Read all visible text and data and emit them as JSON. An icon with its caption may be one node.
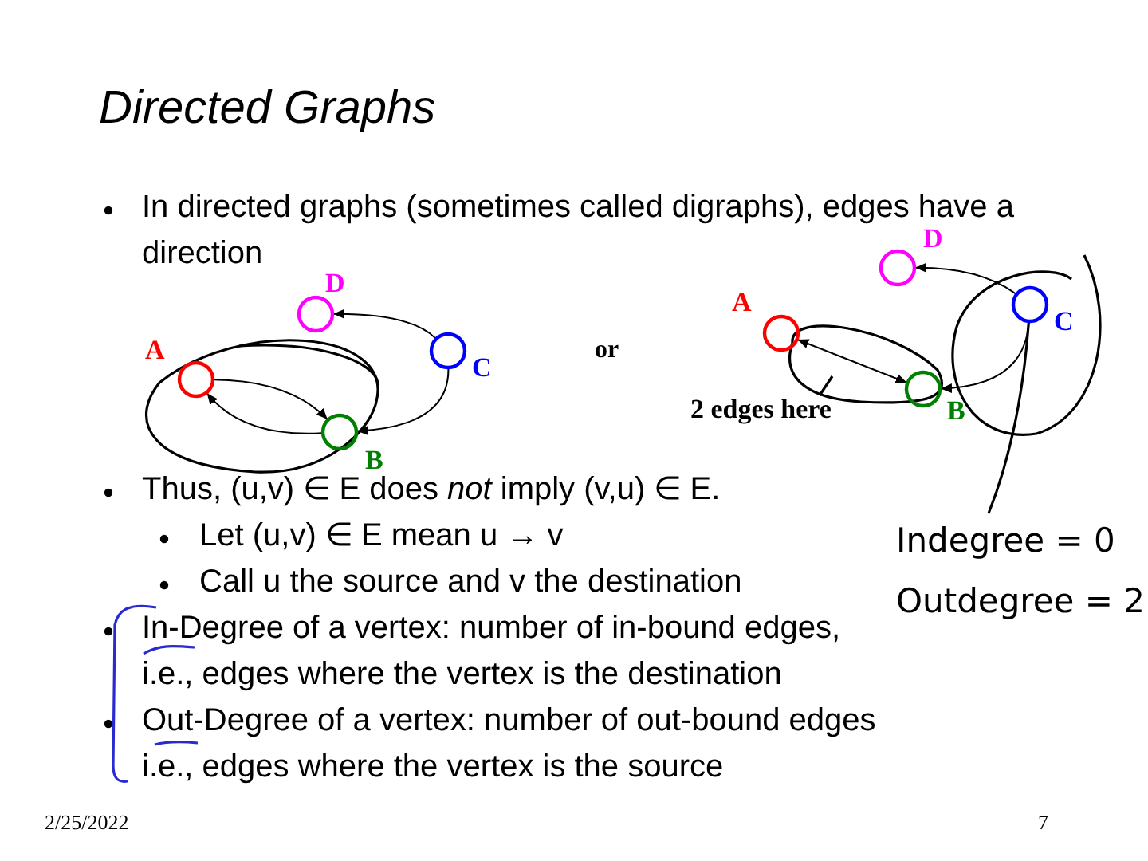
{
  "diagram": {
    "title": "Directed Graphs",
    "nodes": [
      {
        "text": [
          "A"
        ]
      },
      {
        "text": [
          "B"
        ]
      },
      {
        "text": [
          "C"
        ]
      },
      {
        "text": [
          "D"
        ]
      },
      {
        "text": [
          "A"
        ]
      },
      {
        "text": [
          "B"
        ]
      },
      {
        "text": [
          "C"
        ]
      },
      {
        "text": [
          "D"
        ]
      },
      {
        "text": [
          "2 edges here"
        ]
      },
      {
        "text": [
          "Indegree = 0",
          "Outdegree = 2"
        ]
      }
    ],
    "edges": [
      {
        "from": 0,
        "to": 1,
        "arrow": "to"
      },
      {
        "from": 1,
        "to": 0,
        "arrow": "to"
      },
      {
        "from": 2,
        "to": 3,
        "arrow": "to"
      },
      {
        "from": 2,
        "to": 1,
        "arrow": "to"
      },
      {
        "from": 4,
        "to": 5,
        "arrow": "both"
      },
      {
        "from": 6,
        "to": 7,
        "arrow": "to"
      },
      {
        "from": 6,
        "to": 5,
        "arrow": "to"
      },
      {
        "from": 8,
        "to": null,
        "arrow": "none"
      },
      {
        "from": 9,
        "to": 6,
        "arrow": "none"
      }
    ],
    "labels": [
      "In directed graphs (sometimes called digraphs), edges have a direction",
      "or",
      "Thus, (u,v) ∈ E does *not* imply (v,u) ∈ E.",
      "Let (u,v) ∈ E mean u → v",
      "Call u the source and v the destination",
      "In-Degree of a vertex: number of in-bound edges, i.e., edges where the vertex is the destination",
      "Out-Degree of a vertex: number of out-bound edges i.e., edges where the vertex is the source",
      "2/25/2022",
      "7"
    ]
  }
}
